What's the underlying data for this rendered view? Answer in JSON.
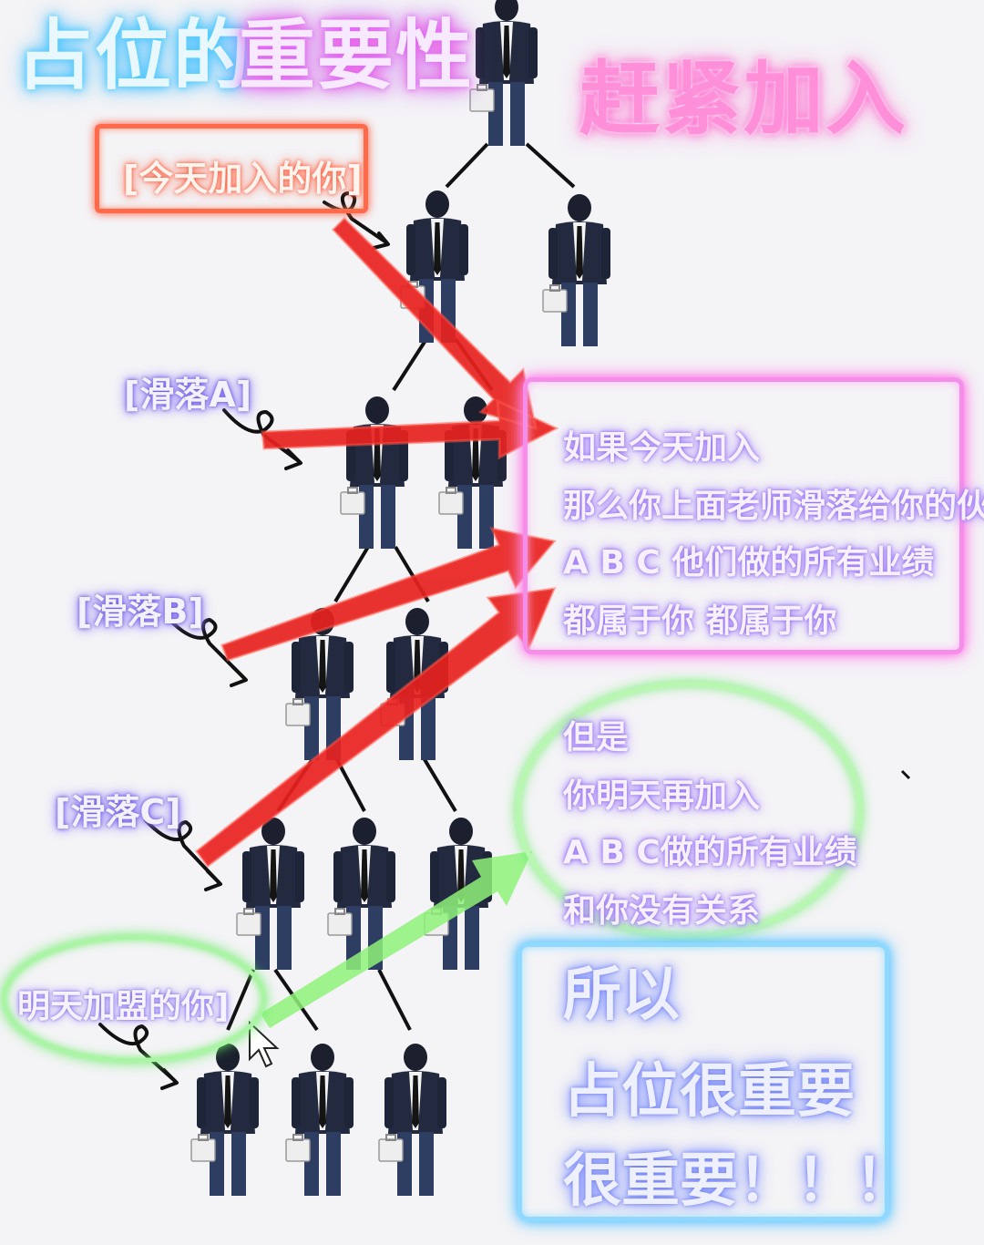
{
  "title": {
    "part1": "占位的",
    "part2": "重要性"
  },
  "join_now": "赶紧加入",
  "labels": {
    "today": "[今天加入的你]",
    "slide_a": "[滑落A]",
    "slide_b": "[滑落B]",
    "slide_c": "[滑落C]",
    "tomorrow": "明天加盟的你]"
  },
  "pink_box": {
    "lines": [
      "如果今天加入",
      "那么你上面老师滑落给你的伙伴",
      "A  B  C   他们做的所有业绩",
      "都属于你    都属于你"
    ]
  },
  "green_oval": {
    "lines": [
      "但是",
      "你明天再加入",
      "A  B  C做的所有业绩",
      "和你没有关系"
    ]
  },
  "blue_box": {
    "lines": [
      "所以",
      "占位很重要",
      "很重要！！！"
    ]
  },
  "icons": {
    "person": "businessman-with-briefcase-icon",
    "arrow_red": "red-arrow-icon",
    "arrow_green": "green-arrow-icon",
    "cursor": "mouse-pointer-icon",
    "curl": "curly-arrow-icon"
  },
  "colors": {
    "red_arrow": "#e8221f",
    "green_arrow": "#8ff27a",
    "pink_frame": "#f48ee8",
    "green_frame": "#b8f7b0",
    "blue_frame": "#8fd8ff",
    "orange_frame": "#ff6a4a"
  }
}
